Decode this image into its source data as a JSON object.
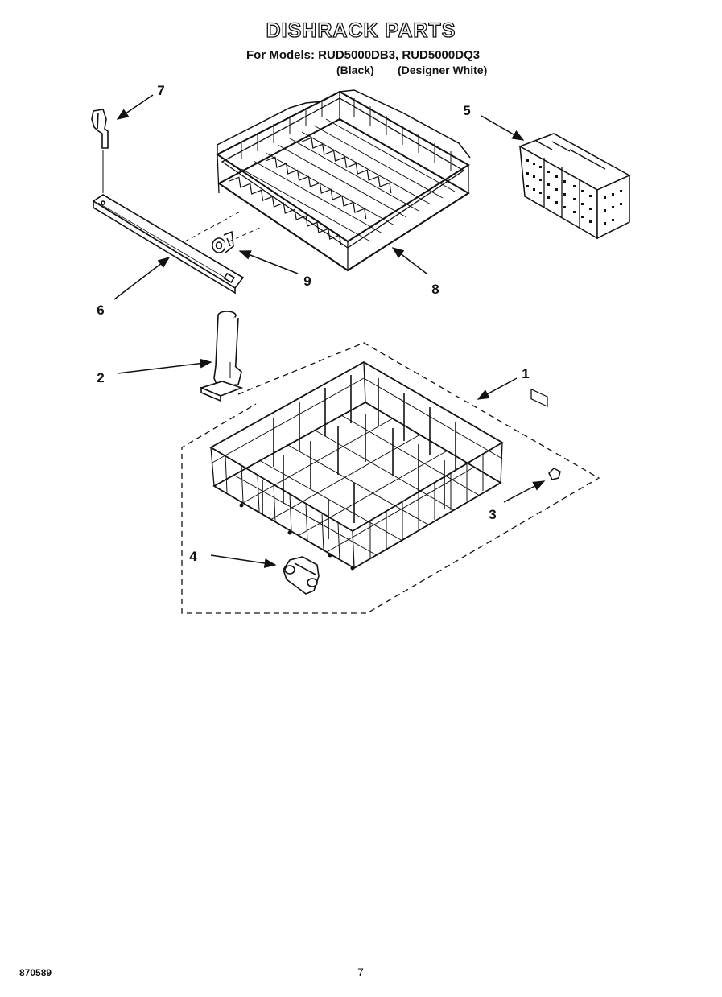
{
  "header": {
    "title": "DISHRACK PARTS",
    "models_line": "For Models: RUD5000DB3, RUD5000DQ3",
    "variant_black": "(Black)",
    "variant_white": "(Designer White)"
  },
  "callouts": [
    {
      "id": "1",
      "part": "lower-dishrack"
    },
    {
      "id": "2",
      "part": "upper-rack-post"
    },
    {
      "id": "3",
      "part": "rack-stop"
    },
    {
      "id": "4",
      "part": "roller-assembly"
    },
    {
      "id": "5",
      "part": "silverware-basket"
    },
    {
      "id": "6",
      "part": "rack-rail"
    },
    {
      "id": "7",
      "part": "rail-stop-clip"
    },
    {
      "id": "8",
      "part": "upper-dishrack"
    },
    {
      "id": "9",
      "part": "rack-roller"
    }
  ],
  "footer": {
    "doc_id": "870589",
    "page_number": "7"
  },
  "colors": {
    "ink": "#111111",
    "paper": "#ffffff"
  }
}
